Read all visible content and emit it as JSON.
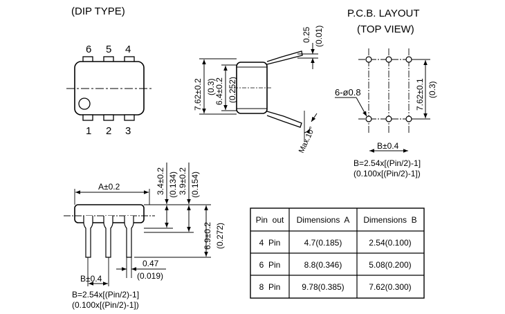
{
  "dip": {
    "title": "(DIP TYPE)",
    "top_pins": [
      "6",
      "5",
      "4"
    ],
    "bottom_pins": [
      "1",
      "2",
      "3"
    ]
  },
  "pcb": {
    "title1": "P.C.B. LAYOUT",
    "title2": "(TOP VIEW)",
    "hole_label": "6-ø0.8",
    "b_label": "B±0.4",
    "height_mm": "7.62±0.1",
    "height_in": "(0.3)",
    "formula1": "B=2.54x[(Pin/2)-1]",
    "formula2": "(0.100x[(Pin/2)-1])"
  },
  "side": {
    "lead_mm": "0.25",
    "lead_in": "(0.01)",
    "width_mm": "7.62±0.2",
    "width_in": "(0.3)",
    "body_mm": "6.4±0.2",
    "body_in": "(0.252)",
    "angle": "Max.10°"
  },
  "front": {
    "a_label": "A±0.2",
    "body_h_mm": "3.4±0.2",
    "body_h_in": "(0.134)",
    "seat_mm": "3.9±0.2",
    "seat_in": "(0.154)",
    "total_mm": "6.9±0.2",
    "total_in": "(0.272)",
    "pin_w_mm": "0.47",
    "pin_w_in": "(0.019)",
    "b_label": "B±0.4",
    "formula1": "B=2.54x[(Pin/2)-1]",
    "formula2": "(0.100x[(Pin/2)-1])"
  },
  "table": {
    "headers": [
      "Pin  out",
      "Dimensions  A",
      "Dimensions  B"
    ],
    "rows": [
      [
        "4  Pin",
        "4.7(0.185)",
        "2.54(0.100)"
      ],
      [
        "6  Pin",
        "8.8(0.346)",
        "5.08(0.200)"
      ],
      [
        "8  Pin",
        "9.78(0.385)",
        "7.62(0.300)"
      ]
    ]
  }
}
